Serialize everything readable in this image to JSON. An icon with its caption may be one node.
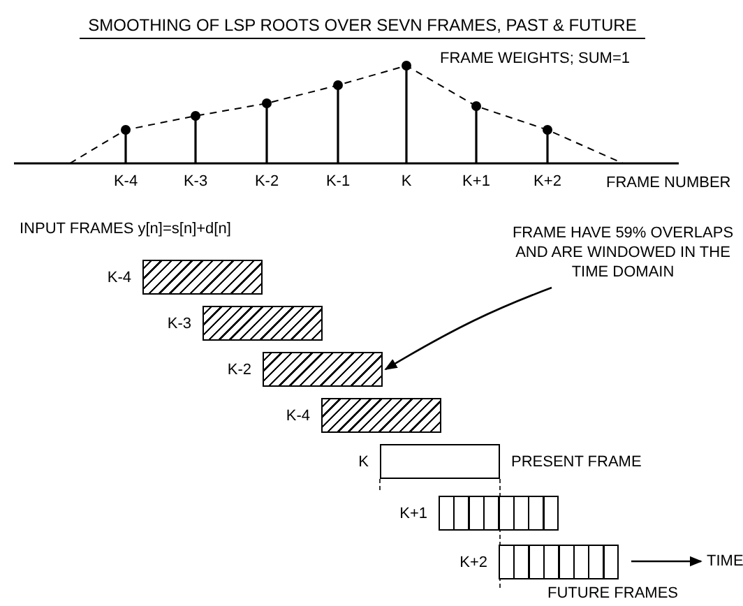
{
  "diagram": {
    "title": "SMOOTHING OF LSP ROOTS OVER SEVN FRAMES, PAST & FUTURE",
    "nodes": [
      {
        "text": [],
        "shape": "bar",
        "beside": [
          "K-4"
        ]
      },
      {
        "text": [],
        "shape": "bar",
        "beside": [
          "K-3"
        ]
      },
      {
        "text": [],
        "shape": "bar",
        "beside": [
          "K-2"
        ]
      },
      {
        "text": [],
        "shape": "bar",
        "beside": [
          "K-4"
        ]
      },
      {
        "text": [],
        "shape": "bar",
        "beside": [
          "K",
          "PRESENT FRAME"
        ]
      },
      {
        "text": [],
        "shape": "bar",
        "beside": [
          "K+1"
        ]
      },
      {
        "text": [],
        "shape": "bar",
        "beside": [
          "K+2"
        ]
      },
      {
        "text": [
          "FRAME HAVE 59% OVERLAPS AND ARE WINDOWED IN THE TIME DOMAIN"
        ]
      }
    ],
    "edges": [
      {
        "from": 7,
        "to": 2,
        "arrow": "to"
      }
    ],
    "labels": [
      "FRAME WEIGHTS; SUM=1",
      "K-4",
      "K-3",
      "K-2",
      "K-1",
      "K",
      "K+1",
      "K+2",
      "FRAME NUMBER",
      "INPUT FRAMES y[n]=s[n]+d[n]",
      "TIME",
      "FUTURE FRAMES"
    ]
  }
}
